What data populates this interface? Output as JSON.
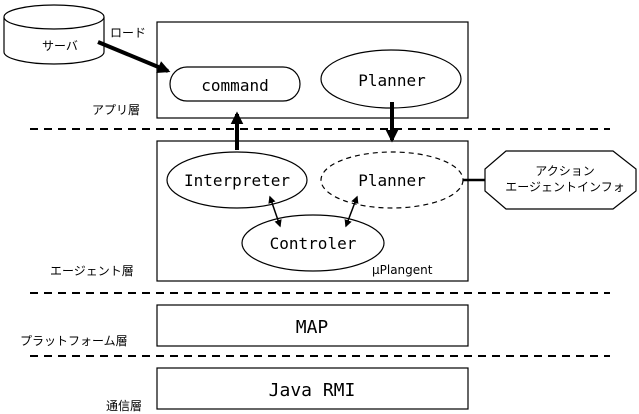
{
  "server": {
    "label": "サーバ"
  },
  "load_label": "ロード",
  "layers": {
    "app": "アプリ層",
    "agent": "エージェント層",
    "platform": "プラットフォーム層",
    "comm": "通信層"
  },
  "app_layer": {
    "command": "command",
    "planner": "Planner"
  },
  "agent_layer": {
    "interpreter": "Interpreter",
    "planner": "Planner",
    "controller": "Controler",
    "box_label": "μPlangent"
  },
  "action_info": {
    "line1": "アクション",
    "line2": "エージェントインフォ"
  },
  "platform_box": {
    "label": "MAP"
  },
  "comm_box": {
    "label": "Java RMI"
  }
}
